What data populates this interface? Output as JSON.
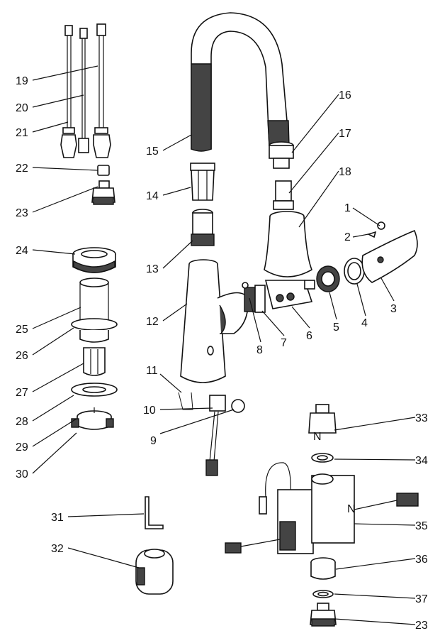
{
  "callouts": [
    "1",
    "2",
    "3",
    "4",
    "5",
    "6",
    "7",
    "8",
    "9",
    "10",
    "11",
    "12",
    "13",
    "14",
    "15",
    "16",
    "17",
    "18",
    "19",
    "20",
    "21",
    "22",
    "23",
    "24",
    "25",
    "26",
    "27",
    "28",
    "29",
    "30",
    "31",
    "32",
    "33",
    "34",
    "35",
    "36",
    "37",
    "23"
  ],
  "connector_labels": {
    "inlet_marking": "N",
    "valve_arrow_marking": "N"
  }
}
